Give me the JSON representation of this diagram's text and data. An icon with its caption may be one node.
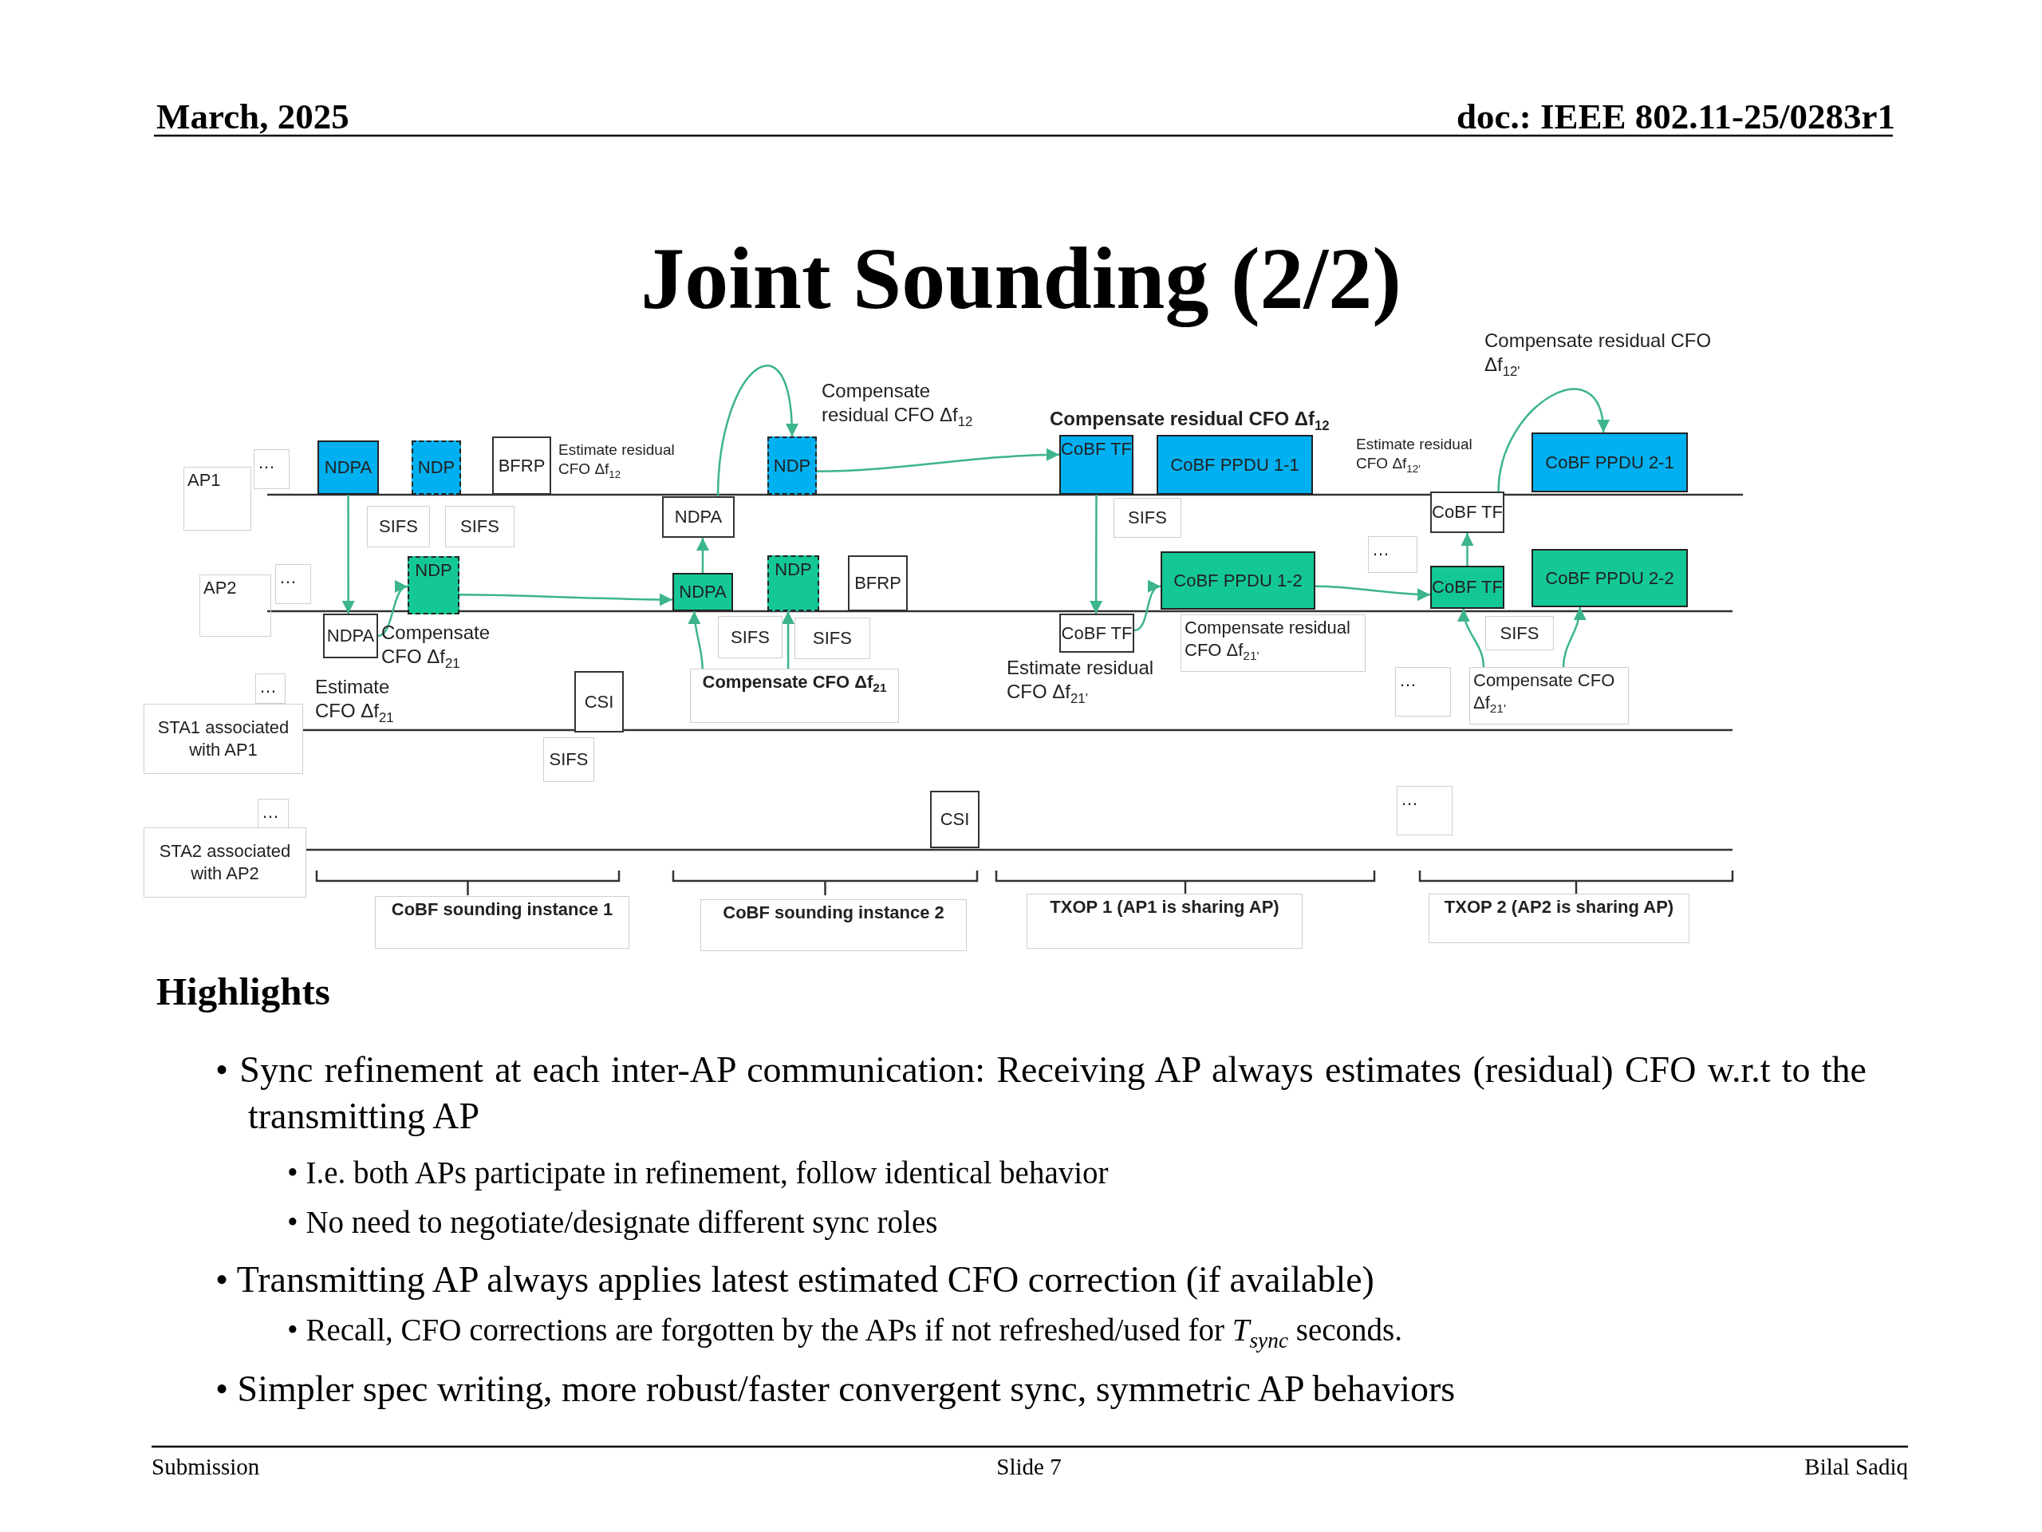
{
  "diagram": {
    "title": "Joint Sounding (2/2)",
    "nodes": [
      {
        "text": [
          "AP1"
        ]
      },
      {
        "text": [
          "…"
        ]
      },
      {
        "text": [
          "NDPA"
        ]
      },
      {
        "text": [
          "NDP"
        ]
      },
      {
        "text": [
          "BFRP"
        ]
      },
      {
        "text": [
          "SIFS"
        ]
      },
      {
        "text": [
          "SIFS"
        ]
      },
      {
        "text": [
          "NDPA"
        ]
      },
      {
        "text": [
          "NDP"
        ]
      },
      {
        "text": [
          "CoBF TF"
        ]
      },
      {
        "text": [
          "CoBF PPDU 1-1"
        ]
      },
      {
        "text": [
          "SIFS"
        ]
      },
      {
        "text": [
          "CoBF TF"
        ]
      },
      {
        "text": [
          "CoBF PPDU 2-1"
        ]
      },
      {
        "text": [
          "AP2"
        ]
      },
      {
        "text": [
          "…"
        ]
      },
      {
        "text": [
          "NDPA"
        ]
      },
      {
        "text": [
          "NDP"
        ]
      },
      {
        "text": [
          "NDPA"
        ]
      },
      {
        "text": [
          "NDP"
        ]
      },
      {
        "text": [
          "BFRP"
        ]
      },
      {
        "text": [
          "SIFS"
        ]
      },
      {
        "text": [
          "SIFS"
        ]
      },
      {
        "text": [
          "CoBF TF"
        ]
      },
      {
        "text": [
          "CoBF PPDU 1-2"
        ]
      },
      {
        "text": [
          "Compensate residual CFO Δf$_{21'}$"
        ]
      },
      {
        "text": [
          "…"
        ]
      },
      {
        "text": [
          "CoBF TF"
        ]
      },
      {
        "text": [
          "CoBF PPDU 2-2"
        ]
      },
      {
        "text": [
          "SIFS"
        ]
      },
      {
        "text": [
          "STA1 associated with AP1"
        ]
      },
      {
        "text": [
          "…"
        ]
      },
      {
        "text": [
          "CSI"
        ]
      },
      {
        "text": [
          "SIFS"
        ]
      },
      {
        "text": [
          "Compensate CFO Δf$_{21}$"
        ]
      },
      {
        "text": [
          "…"
        ]
      },
      {
        "text": [
          "Compensate CFO Δf$_{21'}$"
        ]
      },
      {
        "text": [
          "STA2 associated with AP2"
        ]
      },
      {
        "text": [
          "…"
        ]
      },
      {
        "text": [
          "CSI"
        ]
      },
      {
        "text": [
          "…"
        ]
      },
      {
        "text": [
          "CoBF sounding instance 1"
        ]
      },
      {
        "text": [
          "CoBF sounding instance 2"
        ]
      },
      {
        "text": [
          "TXOP 1 (AP1 is sharing AP)"
        ]
      },
      {
        "text": [
          "TXOP 2 (AP2 is sharing AP)"
        ]
      }
    ],
    "edges": [
      {
        "from": 2,
        "to": 16,
        "arrow": "to"
      },
      {
        "from": 16,
        "to": 17,
        "arrow": "to"
      },
      {
        "from": 17,
        "to": 18,
        "arrow": "to"
      },
      {
        "from": 18,
        "to": 7,
        "arrow": "to"
      },
      {
        "from": 7,
        "to": 8,
        "arrow": "to"
      },
      {
        "from": 34,
        "to": 18,
        "arrow": "to"
      },
      {
        "from": 34,
        "to": 19,
        "arrow": "to"
      },
      {
        "from": 8,
        "to": 9,
        "arrow": "to"
      },
      {
        "from": 9,
        "to": 23,
        "arrow": "to"
      },
      {
        "from": 23,
        "to": 24,
        "arrow": "to"
      },
      {
        "from": 24,
        "to": 27,
        "arrow": "to"
      },
      {
        "from": 27,
        "to": 12,
        "arrow": "to"
      },
      {
        "from": 12,
        "to": 13,
        "arrow": "to"
      },
      {
        "from": 36,
        "to": 27,
        "arrow": "to"
      },
      {
        "from": 36,
        "to": 28,
        "arrow": "to"
      }
    ],
    "labels": [
      "March, 2025",
      "doc.: IEEE 802.11-25/0283r1",
      "Compensate residual CFO Δf$_{12'}$",
      "Compensate residual CFO Δf$_{12}$",
      "Compensate residual CFO Δf$_{12}$",
      "Estimate residual CFO Δf$_{12}$",
      "Estimate residual CFO Δf$_{12'}$",
      "Compensate CFO Δf$_{21}$",
      "Estimate CFO Δf$_{21}$",
      "Estimate residual CFO Δf$_{21'}$",
      "Highlights",
      "• Sync refinement at each inter-AP communication: Receiving AP always estimates (residual) CFO w.r.t to the transmitting AP",
      "• I.e. both APs participate in refinement, follow identical behavior",
      "• No need to negotiate/designate different sync roles",
      "• Transmitting AP always applies latest estimated CFO correction (if available)",
      "• Recall, CFO corrections are forgotten by the APs if not refreshed/used for *T*$_{sync}$ seconds.",
      "• Simpler spec writing, more robust/faster convergent sync, symmetric AP behaviors",
      "Submission",
      "Slide 7",
      "Bilal Sadiq"
    ]
  }
}
